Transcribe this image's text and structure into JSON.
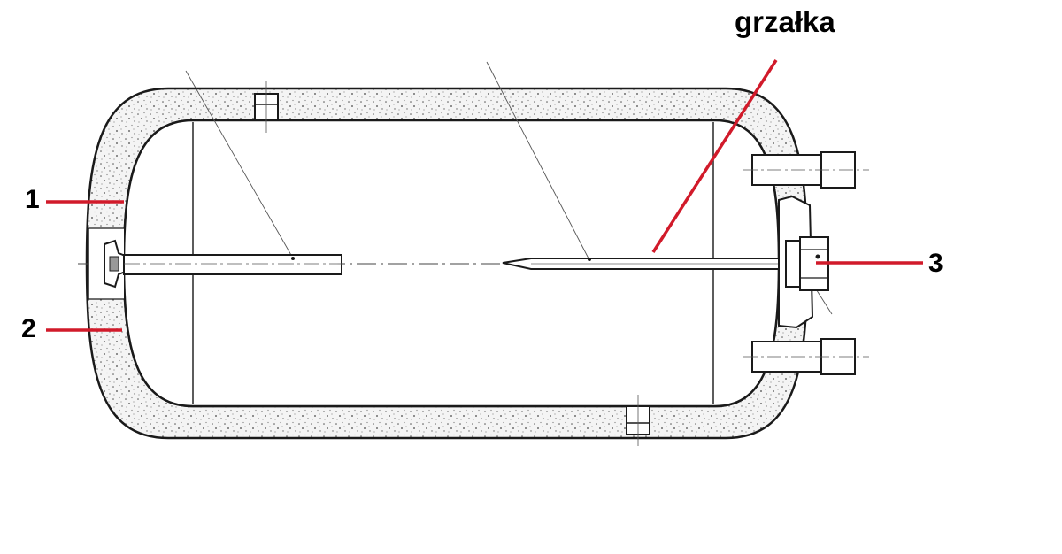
{
  "labels": {
    "heater": "grzałka",
    "one": "1",
    "two": "2",
    "three": "3"
  },
  "colors": {
    "leader_line": "#d11a2a",
    "outline": "#1a1a1a",
    "insulation_fill": "#f3f3f3"
  }
}
